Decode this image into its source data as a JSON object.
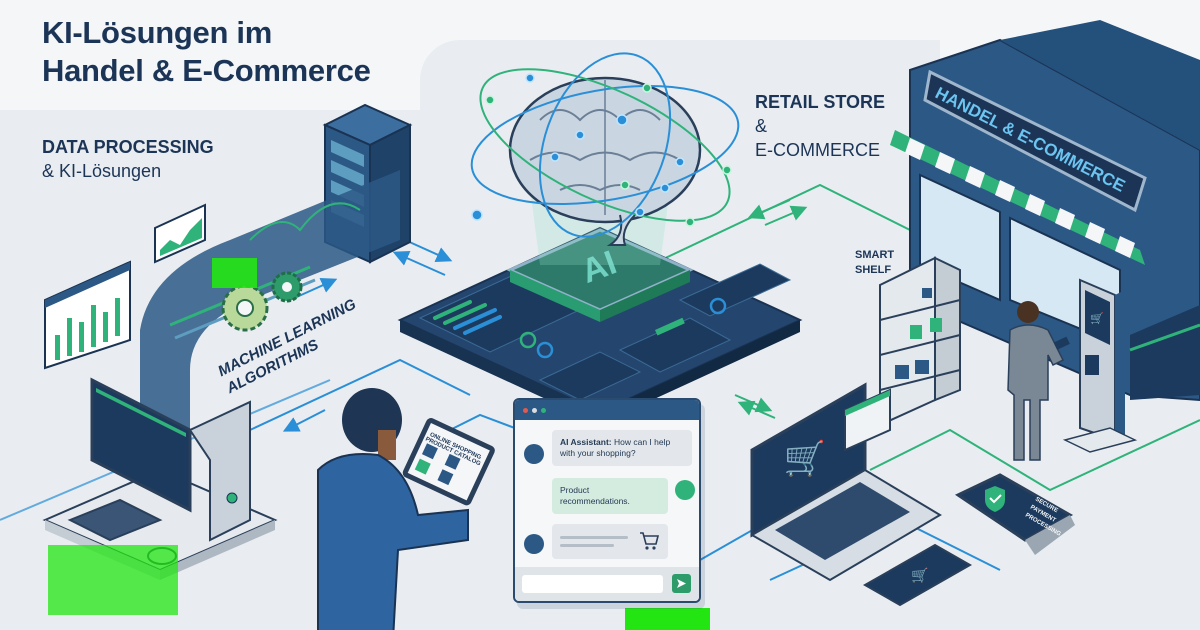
{
  "header": {
    "title_line1": "KI-Lösungen im",
    "title_line2": "Handel & E-Commerce"
  },
  "labels": {
    "data_processing": {
      "bold": "DATA PROCESSING",
      "light": "& KI-Lösungen"
    },
    "retail_store": {
      "bold": "RETAIL STORE",
      "amp": "&",
      "light": "E-COMMERCE"
    },
    "machine_learning": {
      "line1": "MACHINE LEARNING",
      "line2": "ALGORITHMS"
    },
    "smart_shelf": {
      "line1": "SMART",
      "line2": "SHELF"
    },
    "store_sign": "HANDEL & E-COMMERCE",
    "ai_chip": "AI",
    "tablet_screen": {
      "line1": "ONLINE SHOPPING",
      "line2": "PRODUCT CATALOG"
    },
    "payment_terminal": {
      "line1": "SECURE",
      "line2": "PAYMENT",
      "line3": "PROCESSING"
    }
  },
  "chat": {
    "window_dots": [
      "#e05a4f",
      "#d9dde2",
      "#2fb37a"
    ],
    "messages": [
      {
        "sender_label": "AI Assistant:",
        "text": " How can I help with your shopping?",
        "role": "assistant"
      },
      {
        "text": "Product recommendations.",
        "role": "user"
      },
      {
        "text": "",
        "role": "assistant",
        "icon": "shopping-cart-icon"
      }
    ],
    "input": {
      "value": "",
      "placeholder": ""
    },
    "send_icon": "send-arrow-icon"
  },
  "icons": {
    "brain": "brain-icon",
    "server": "server-rack-icon",
    "gears": "gears-icon",
    "desktop": "desktop-computer-icon",
    "laptop": "laptop-icon",
    "phone": "smartphone-icon",
    "kiosk": "self-checkout-kiosk-icon",
    "cart": "shopping-cart-icon",
    "shield": "shield-check-icon"
  },
  "colors": {
    "navy": "#1c3557",
    "blue": "#2c5885",
    "accent_blue": "#2a8fd6",
    "accent_green": "#2fb37a",
    "background": "#f4f6f8",
    "panel": "#e9edf1"
  }
}
